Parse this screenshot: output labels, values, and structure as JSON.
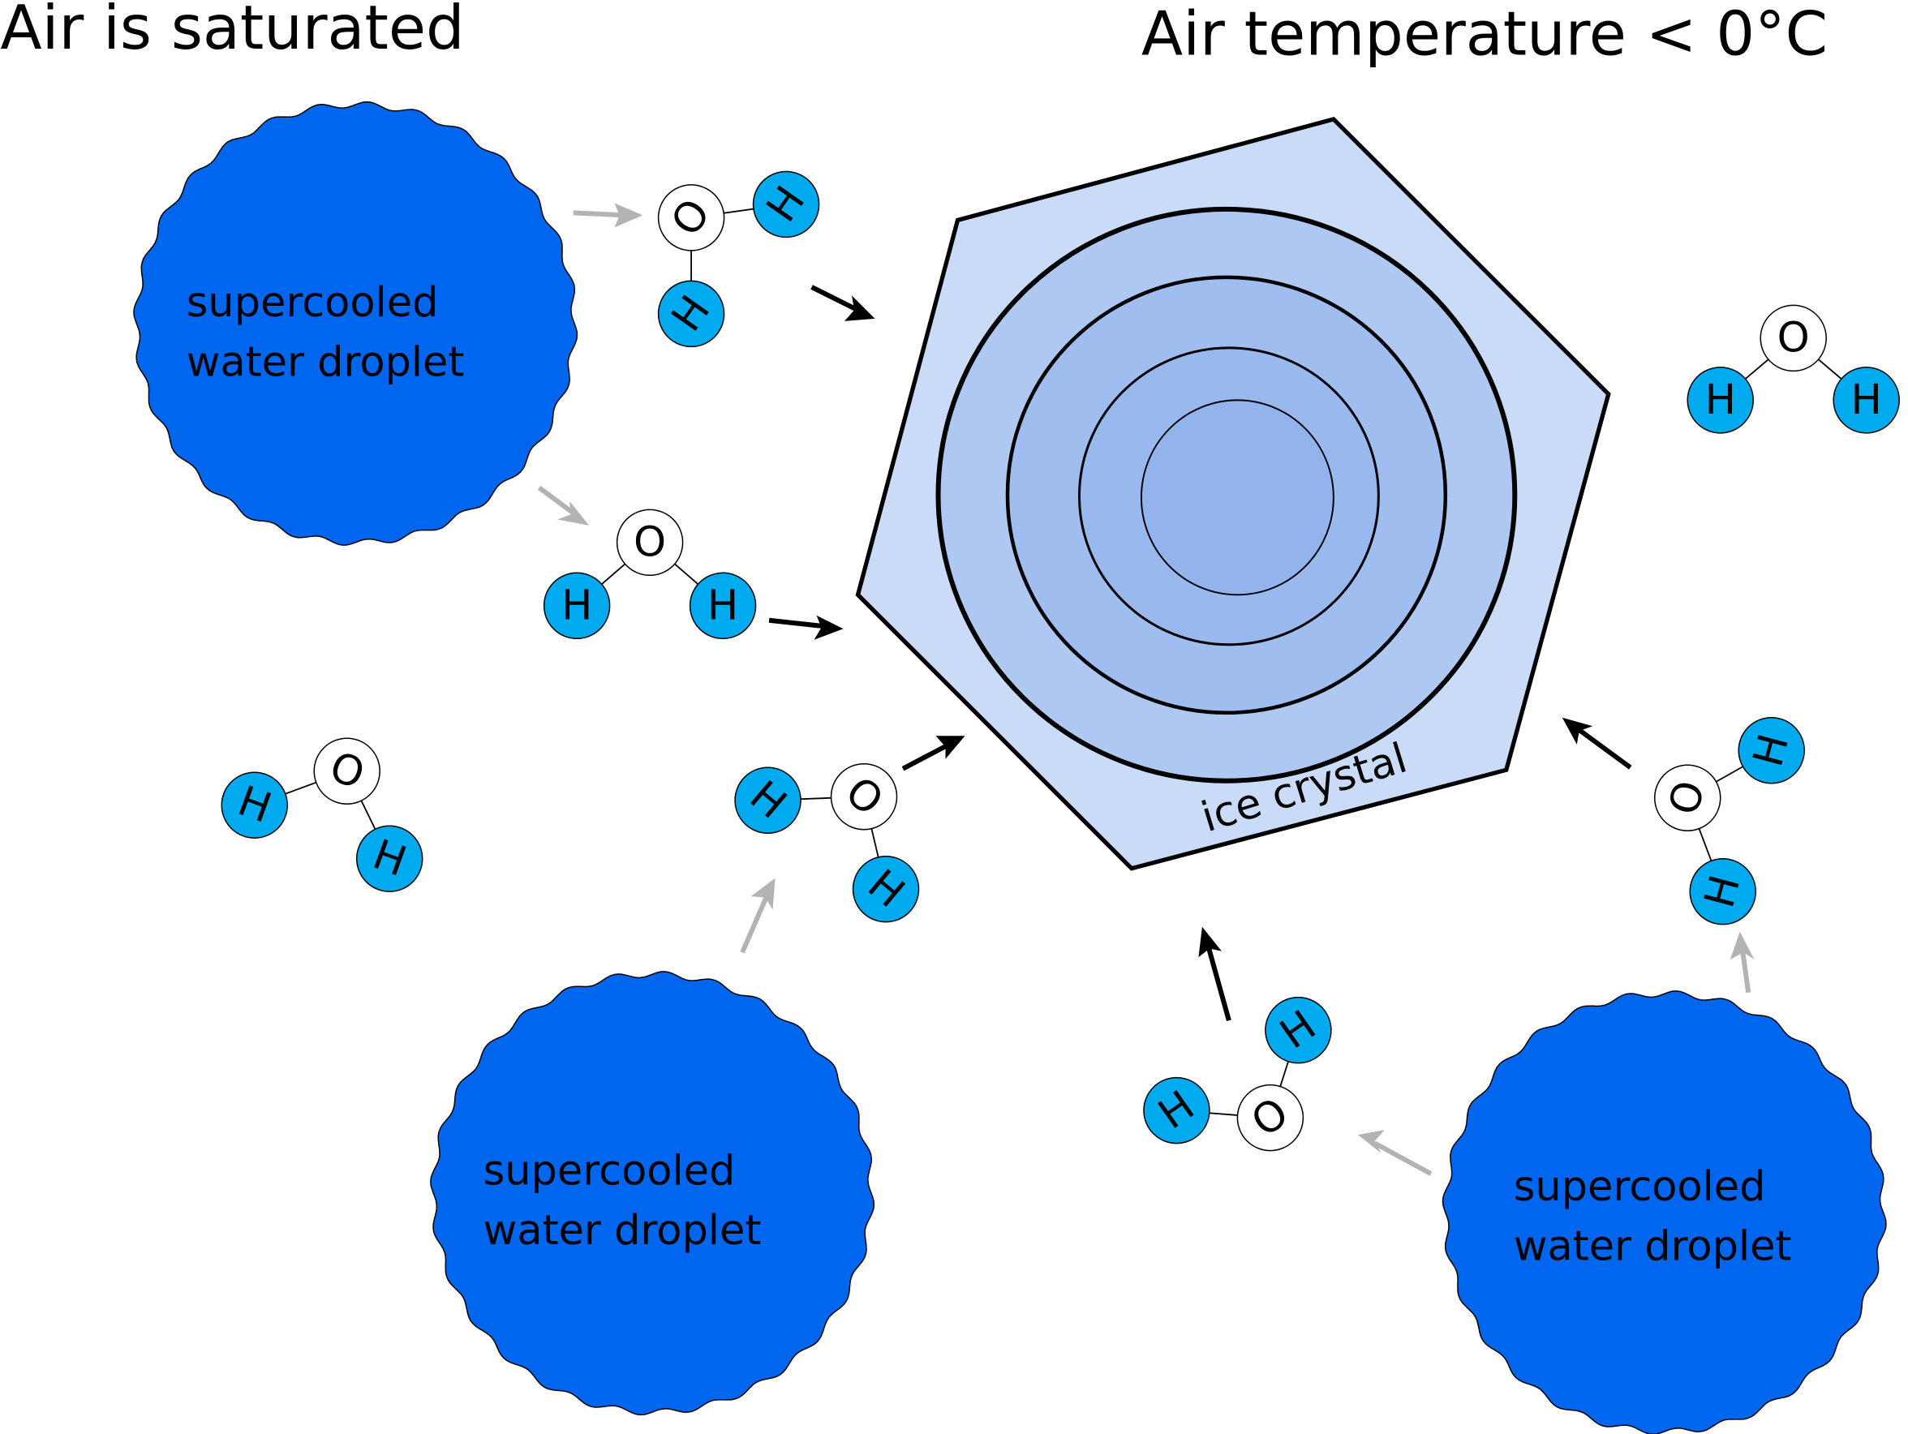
{
  "titles": {
    "left": "Air is saturated",
    "right": "Air temperature < 0°C"
  },
  "colors": {
    "droplet": "#0066ee",
    "hydrogen": "#00aaee",
    "oxygen": "#ffffff",
    "hexagon": "#c9dbf6",
    "ring_1": "#aec8f2",
    "ring_2": "#9fbdef",
    "ring_3": "#98b8ee",
    "ring_4": "#93b3ec",
    "arrow_evaporation": "#b3b3b3",
    "arrow_deposition": "#000000"
  },
  "ice_crystal": {
    "label": "ice crystal"
  },
  "droplets": [
    {
      "label_line1": "supercooled",
      "label_line2": "water droplet"
    },
    {
      "label_line1": "supercooled",
      "label_line2": "water droplet"
    },
    {
      "label_line1": "supercooled",
      "label_line2": "water droplet"
    }
  ],
  "molecules": [
    {
      "oxygen": "O",
      "hydrogen_1": "H",
      "hydrogen_2": "H"
    },
    {
      "oxygen": "O",
      "hydrogen_1": "H",
      "hydrogen_2": "H"
    },
    {
      "oxygen": "O",
      "hydrogen_1": "H",
      "hydrogen_2": "H"
    },
    {
      "oxygen": "O",
      "hydrogen_1": "H",
      "hydrogen_2": "H"
    },
    {
      "oxygen": "O",
      "hydrogen_1": "H",
      "hydrogen_2": "H"
    },
    {
      "oxygen": "O",
      "hydrogen_1": "H",
      "hydrogen_2": "H"
    },
    {
      "oxygen": "O",
      "hydrogen_1": "H",
      "hydrogen_2": "H"
    }
  ]
}
